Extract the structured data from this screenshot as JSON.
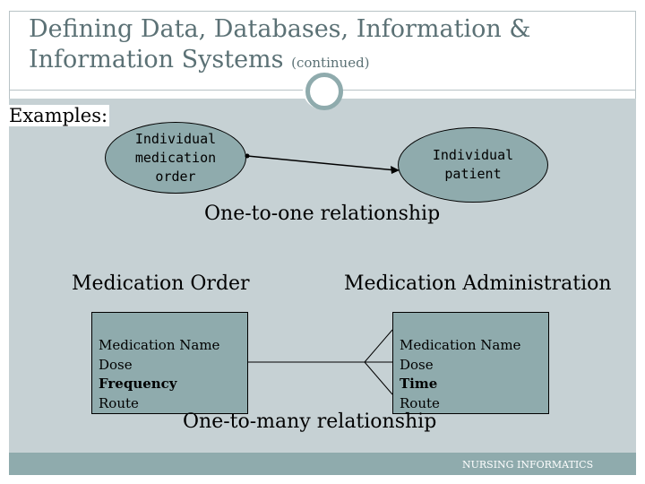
{
  "slide": {
    "title_main": "Defining Data, Databases, Information & Information Systems",
    "title_suffix": "(continued)",
    "examples_label": "Examples:",
    "footer": "NURSING INFORMATICS"
  },
  "diagram": {
    "one_to_one": {
      "left_entity": [
        "Individual",
        "medication",
        "order"
      ],
      "right_entity": [
        "Individual",
        "patient"
      ],
      "caption": "One-to-one relationship"
    },
    "one_to_many": {
      "left_heading": "Medication Order",
      "right_heading": "Medication Administration",
      "left_fields": [
        "Medication Name",
        "Dose",
        "Frequency",
        "Route"
      ],
      "right_fields": [
        "Medication Name",
        "Dose",
        "Time",
        "Route"
      ],
      "caption": "One-to-many relationship"
    }
  },
  "colors": {
    "accent": "#8fabad",
    "content_bg": "#c6d1d4",
    "title_text": "#5b7175"
  }
}
